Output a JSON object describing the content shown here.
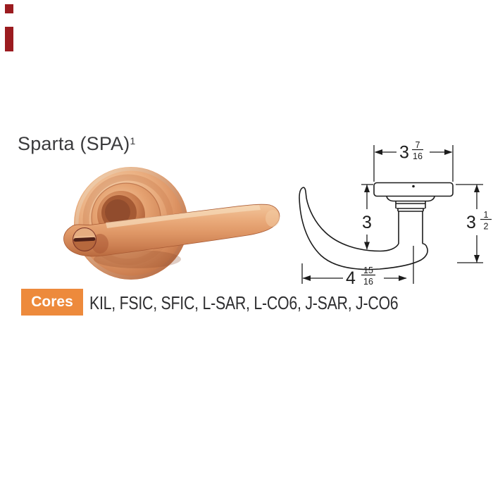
{
  "page": {
    "background_color": "#ffffff",
    "edge_marks_color": "#9b1b1f"
  },
  "title": {
    "text": "Sparta (SPA)",
    "footnote": "1",
    "color": "#3b3b3d"
  },
  "photo": {
    "alt": "Sparta lever handle with round rose, satin copper finish, slotted turn button in lever end",
    "finish_highlight": "#f6d9b8",
    "finish_base": "#df9766",
    "finish_shadow": "#a4572f",
    "slot_color": "#4e2018"
  },
  "drawing": {
    "line_color": "#1c1c1c",
    "dim_rose_width": {
      "whole": "3",
      "numerator": "7",
      "denominator": "16"
    },
    "dim_lever_drop": {
      "whole": "3"
    },
    "dim_overall_height": {
      "whole": "3",
      "numerator": "1",
      "denominator": "2"
    },
    "dim_lever_length": {
      "whole": "4",
      "numerator": "15",
      "denominator": "16"
    }
  },
  "cores": {
    "badge_label": "Cores",
    "badge_color": "#ed8a3c",
    "badge_text_color": "#ffffff",
    "list_text": "KIL, FSIC, SFIC, L-SAR, L-CO6, J-SAR, J-CO6",
    "list_color": "#2e2e30"
  }
}
